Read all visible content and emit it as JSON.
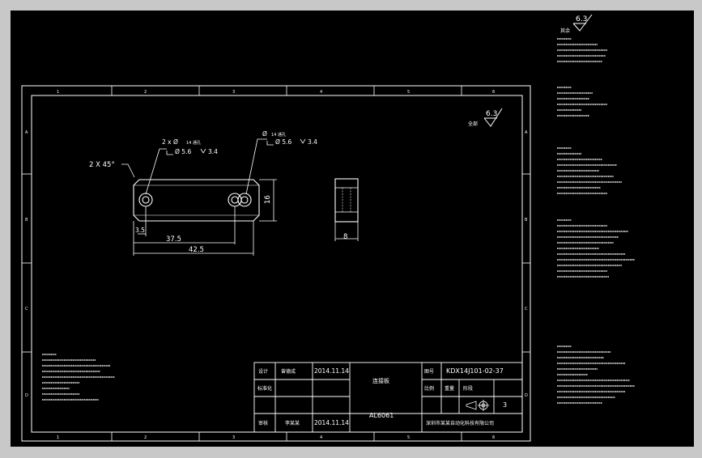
{
  "colors": {
    "window_bg": "#c8c8c8",
    "canvas_bg": "#000000",
    "line": "#ffffff"
  },
  "roughness_top": {
    "value": "6.3",
    "label": "其余"
  },
  "roughness_inner": {
    "value": "6.3",
    "label": "全部"
  },
  "border_columns": [
    "1",
    "2",
    "3",
    "4",
    "5",
    "6"
  ],
  "border_rows": [
    "A",
    "B",
    "C",
    "D"
  ],
  "drawing": {
    "chamfer": "2 X 45°",
    "hole_note_left": {
      "count": "2 x Ø",
      "depth": "14 通孔",
      "cbore": "Ø 5.6",
      "cbore_depth": "3.4"
    },
    "hole_note_right": {
      "count": "Ø",
      "depth": "14 通孔",
      "cbore": "Ø 5.6",
      "cbore_depth": "3.4"
    },
    "dim_height": "16",
    "dim_edge": "3.5",
    "dim_holes": "37.5",
    "dim_length": "42.5",
    "dim_side_width": "8"
  },
  "title_block": {
    "design_label": "设计",
    "designer": "曾德成",
    "design_date": "2014.11.14",
    "part_name": "连接板",
    "drawing_no_label": "图号",
    "drawing_no": "KDX14J101-02-37",
    "standard_label": "标准化",
    "material": "AL6061",
    "review_label": "审核",
    "approver": "李某某",
    "review_date": "2014.11.14",
    "scale_label": "比例",
    "weight_label": "重量",
    "stage_label": "阶段",
    "qty": "3",
    "company": "深圳市某某自动化科技有限公司"
  }
}
